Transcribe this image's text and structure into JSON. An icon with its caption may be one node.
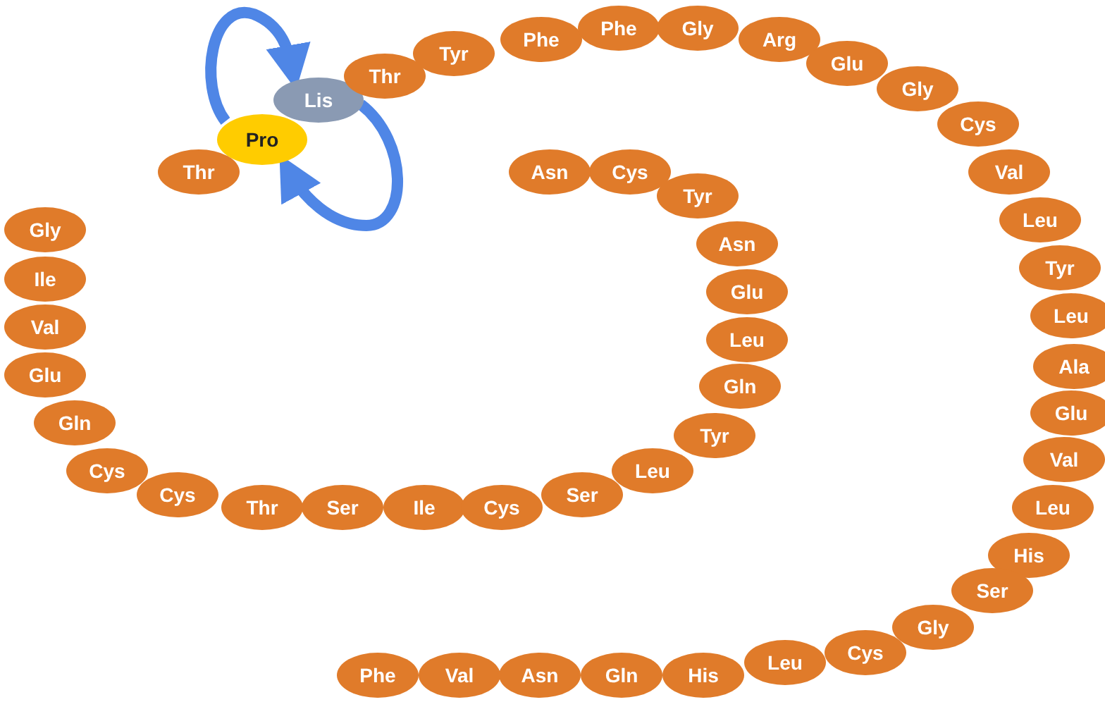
{
  "diagram": {
    "nodes": [
      {
        "text": [
          "Thr"
        ]
      },
      {
        "text": [
          "Pro"
        ]
      },
      {
        "text": [
          "Lis"
        ]
      },
      {
        "text": [
          "Thr"
        ]
      },
      {
        "text": [
          "Tyr"
        ]
      },
      {
        "text": [
          "Phe"
        ]
      },
      {
        "text": [
          "Phe"
        ]
      },
      {
        "text": [
          "Gly"
        ]
      },
      {
        "text": [
          "Arg"
        ]
      },
      {
        "text": [
          "Glu"
        ]
      },
      {
        "text": [
          "Gly"
        ]
      },
      {
        "text": [
          "Cys"
        ]
      },
      {
        "text": [
          "Val"
        ]
      },
      {
        "text": [
          "Leu"
        ]
      },
      {
        "text": [
          "Tyr"
        ]
      },
      {
        "text": [
          "Leu"
        ]
      },
      {
        "text": [
          "Ala"
        ]
      },
      {
        "text": [
          "Glu"
        ]
      },
      {
        "text": [
          "Val"
        ]
      },
      {
        "text": [
          "Leu"
        ]
      },
      {
        "text": [
          "His"
        ]
      },
      {
        "text": [
          "Ser"
        ]
      },
      {
        "text": [
          "Gly"
        ]
      },
      {
        "text": [
          "Cys"
        ]
      },
      {
        "text": [
          "Leu"
        ]
      },
      {
        "text": [
          "His"
        ]
      },
      {
        "text": [
          "Gln"
        ]
      },
      {
        "text": [
          "Asn"
        ]
      },
      {
        "text": [
          "Val"
        ]
      },
      {
        "text": [
          "Phe"
        ]
      },
      {
        "text": [
          "Gly"
        ]
      },
      {
        "text": [
          "Ile"
        ]
      },
      {
        "text": [
          "Val"
        ]
      },
      {
        "text": [
          "Glu"
        ]
      },
      {
        "text": [
          "Gln"
        ]
      },
      {
        "text": [
          "Cys"
        ]
      },
      {
        "text": [
          "Cys"
        ]
      },
      {
        "text": [
          "Thr"
        ]
      },
      {
        "text": [
          "Ser"
        ]
      },
      {
        "text": [
          "Ile"
        ]
      },
      {
        "text": [
          "Cys"
        ]
      },
      {
        "text": [
          "Ser"
        ]
      },
      {
        "text": [
          "Leu"
        ]
      },
      {
        "text": [
          "Tyr"
        ]
      },
      {
        "text": [
          "Gln"
        ]
      },
      {
        "text": [
          "Leu"
        ]
      },
      {
        "text": [
          "Glu"
        ]
      },
      {
        "text": [
          "Asn"
        ]
      },
      {
        "text": [
          "Tyr"
        ]
      },
      {
        "text": [
          "Cys"
        ]
      },
      {
        "text": [
          "Asn"
        ]
      }
    ],
    "edges": [
      {
        "from": 1,
        "to": 2,
        "arrow": "to"
      },
      {
        "from": 2,
        "to": 1,
        "arrow": "to"
      }
    ]
  }
}
